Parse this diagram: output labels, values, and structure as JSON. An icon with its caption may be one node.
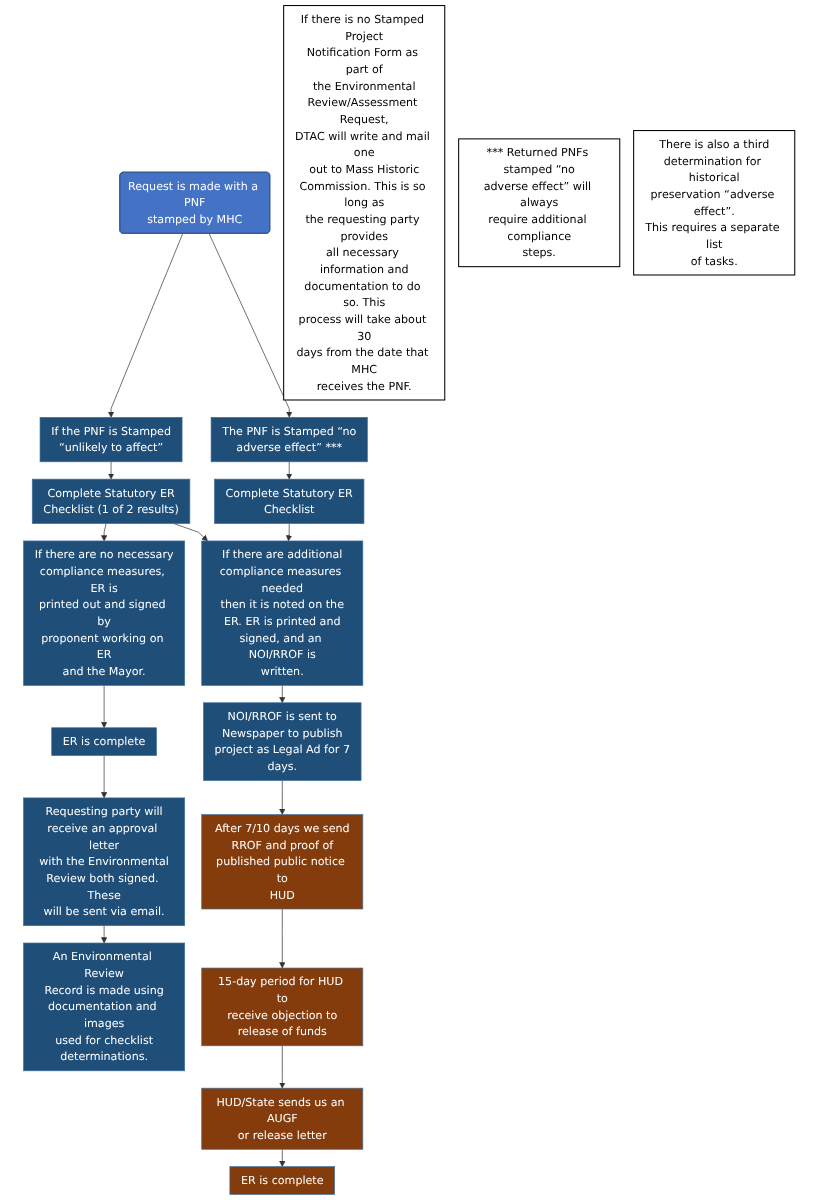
{
  "diagram": {
    "nodes": [
      {
        "text": [
          "Request is made with a PNF stamped by MHC"
        ]
      },
      {
        "text": [
          "If the PNF is Stamped “unlikely to affect”"
        ]
      },
      {
        "text": [
          "The PNF is Stamped “no adverse effect” ***"
        ]
      },
      {
        "text": [
          "Complete Statutory ER Checklist (1 of 2 results)"
        ]
      },
      {
        "text": [
          "Complete Statutory ER Checklist"
        ]
      },
      {
        "text": [
          "If there are no necessary compliance measures, ER is printed out and signed by proponent working on ER and the Mayor."
        ]
      },
      {
        "text": [
          "If there are additional compliance measures needed then it is noted on the ER. ER is printed and signed, and an NOI/RROF is written."
        ]
      },
      {
        "text": [
          "ER is complete"
        ]
      },
      {
        "text": [
          "NOI/RROF is sent to Newspaper to publish project as Legal Ad for 7 days."
        ]
      },
      {
        "text": [
          "Requesting party will receive an approval letter with the Environmental Review both signed. These will be sent via email."
        ]
      },
      {
        "text": [
          "After 7/10 days we send RROF and proof of published public notice to HUD"
        ]
      },
      {
        "text": [
          "An Environmental Review Record is made using documentation and images used for checklist determinations."
        ]
      },
      {
        "text": [
          "15-day period for HUD to receive objection to release of funds"
        ]
      },
      {
        "text": [
          "HUD/State sends us an AUGF or release letter"
        ]
      },
      {
        "text": [
          "ER is complete"
        ]
      },
      {
        "text": [
          "If there is no Stamped Project Notification Form as part of the Environmental Review/Assessment Request, DTAC will write and mail one out to Mass Historic Commission. This is so long as the requesting party provides all necessary information and documentation to do so. This process will take about 30 days from the date that MHC receives the PNF."
        ]
      },
      {
        "text": [
          "*** Returned PNFs stamped “no adverse effect” will always require additional compliance steps."
        ]
      },
      {
        "text": [
          "There is also a third determination for historical preservation “adverse effect”. This requires a separate list of tasks."
        ]
      }
    ],
    "edges": [
      {
        "from": 0,
        "to": 1,
        "arrow": "to"
      },
      {
        "from": 0,
        "to": 2,
        "arrow": "to"
      },
      {
        "from": 1,
        "to": 3,
        "arrow": "to"
      },
      {
        "from": 2,
        "to": 4,
        "arrow": "to"
      },
      {
        "from": 3,
        "to": 5,
        "arrow": "to"
      },
      {
        "from": 3,
        "to": 6,
        "arrow": "to"
      },
      {
        "from": 4,
        "to": 6,
        "arrow": "to"
      },
      {
        "from": 5,
        "to": 7,
        "arrow": "to"
      },
      {
        "from": 6,
        "to": 8,
        "arrow": "to"
      },
      {
        "from": 7,
        "to": 9,
        "arrow": "to"
      },
      {
        "from": 8,
        "to": 10,
        "arrow": "to"
      },
      {
        "from": 9,
        "to": 11,
        "arrow": "to"
      },
      {
        "from": 10,
        "to": 12,
        "arrow": "to"
      },
      {
        "from": 12,
        "to": 13,
        "arrow": "to"
      },
      {
        "from": 13,
        "to": 14,
        "arrow": "to"
      }
    ]
  }
}
